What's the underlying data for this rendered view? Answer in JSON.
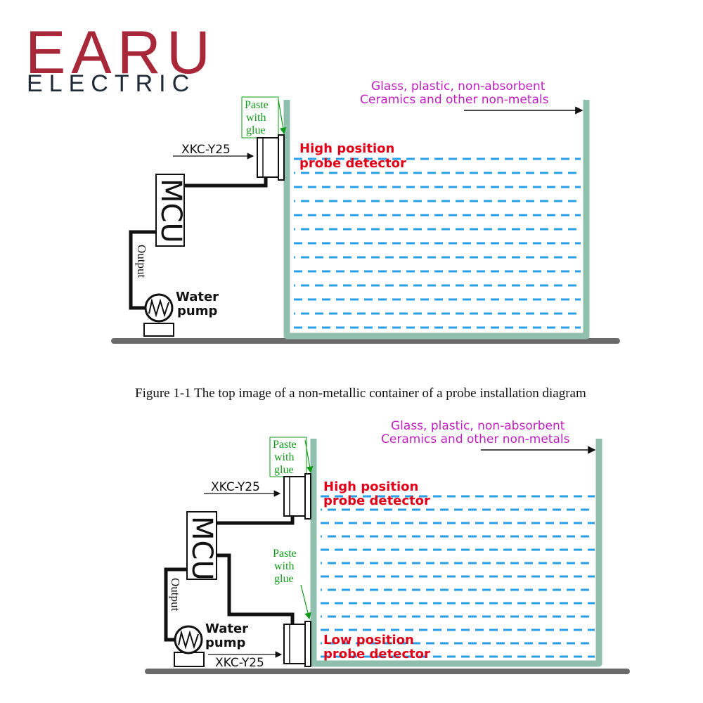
{
  "logo": {
    "brand": "EARU",
    "sub": "ELECTRIC"
  },
  "caption": "Figure 1-1 The top image of a non-metallic container of a probe installation diagram",
  "diagram_top": {
    "materials_line1": "Glass, plastic, non-absorbent",
    "materials_line2": "Ceramics and other non-metals",
    "paste_1": "Paste",
    "paste_2": "with",
    "paste_3": "glue",
    "sensor_model": "XKC-Y25",
    "probe_label_1": "High position",
    "probe_label_2": "probe detector",
    "mcu": "MCU",
    "output": "Output",
    "pump_1": "Water",
    "pump_2": "pump"
  },
  "diagram_bottom": {
    "materials_line1": "Glass, plastic, non-absorbent",
    "materials_line2": "Ceramics and other non-metals",
    "paste_high_1": "Paste",
    "paste_high_2": "with",
    "paste_high_3": "glue",
    "sensor_model_high": "XKC-Y25",
    "high_label_1": "High position",
    "high_label_2": "probe detector",
    "paste_low_1": "Paste",
    "paste_low_2": "with",
    "paste_low_3": "glue",
    "sensor_model_low": "XKC-Y25",
    "low_label_1": "Low position",
    "low_label_2": "probe detector",
    "mcu": "MCU",
    "output": "Output",
    "pump_1": "Water",
    "pump_2": "pump"
  },
  "colors": {
    "brand": "#a8283a",
    "brand_sub": "#1f2a36",
    "container": "#8fbfad",
    "water": "#2a9fe6",
    "label_red": "#e00018",
    "label_magenta": "#c020c0",
    "glue_green": "#119a1a",
    "ground": "#6b6b6b"
  }
}
